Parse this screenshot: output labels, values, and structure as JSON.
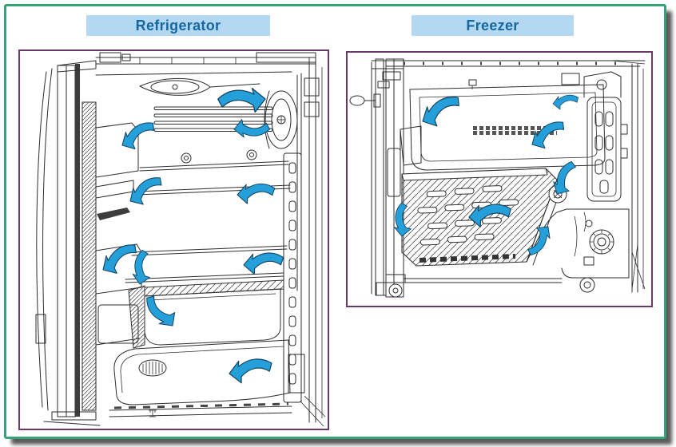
{
  "panels": [
    {
      "id": "refrigerator",
      "label": "Refrigerator"
    },
    {
      "id": "freezer",
      "label": "Freezer"
    }
  ],
  "colors": {
    "frame_green": "#34a376",
    "panel_border": "#693a67",
    "header_bg": "#b5d8f2",
    "header_text": "#15689f",
    "arrow_fill": "#259fd9",
    "arrow_outline": "#14455f",
    "line_art": "#2e2e2e"
  },
  "diagram": {
    "description_visible_text_only": "",
    "refrigerator_airflow_arrows": 10,
    "freezer_airflow_arrows": 7
  }
}
